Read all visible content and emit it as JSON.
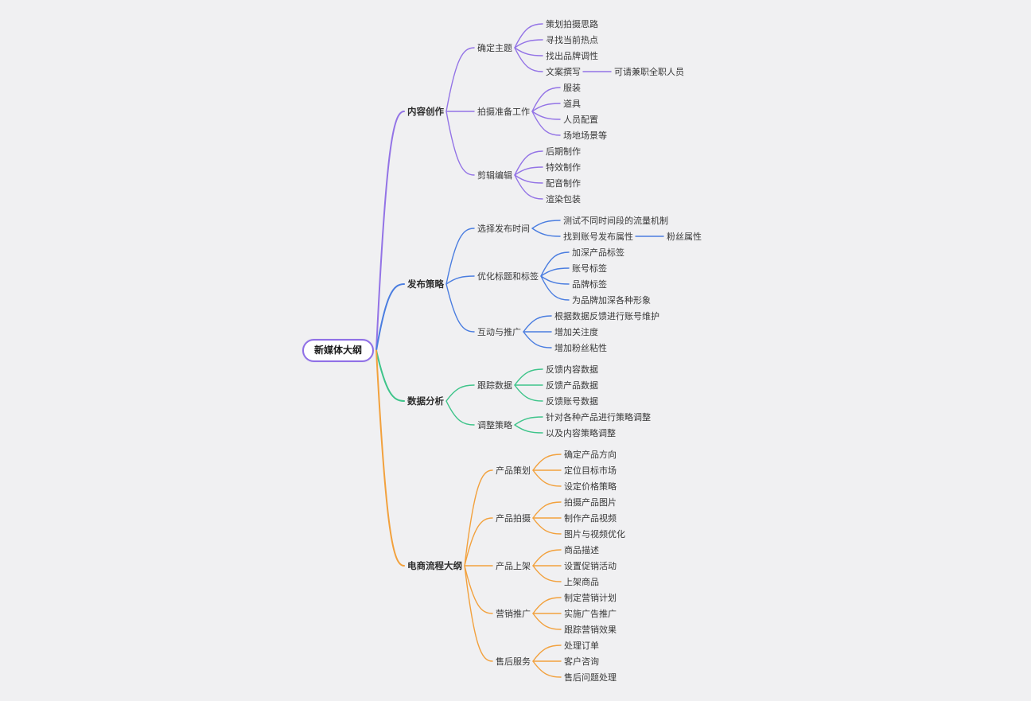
{
  "background": "#f0f0f2",
  "root": {
    "label": "新媒体大纲",
    "color": "#8f6fe6",
    "children": [
      {
        "label": "内容创作",
        "color": "#9373e6",
        "children": [
          {
            "label": "确定主题",
            "children": [
              {
                "label": "策划拍摄思路"
              },
              {
                "label": "寻找当前热点"
              },
              {
                "label": "找出品牌调性"
              },
              {
                "label": "文案撰写",
                "children": [
                  {
                    "label": "可请兼职全职人员"
                  }
                ]
              }
            ]
          },
          {
            "label": "拍摄准备工作",
            "children": [
              {
                "label": "服装"
              },
              {
                "label": "道具"
              },
              {
                "label": "人员配置"
              },
              {
                "label": "场地场景等"
              }
            ]
          },
          {
            "label": "剪辑编辑",
            "children": [
              {
                "label": "后期制作"
              },
              {
                "label": "特效制作"
              },
              {
                "label": "配音制作"
              },
              {
                "label": "渲染包装"
              }
            ]
          }
        ]
      },
      {
        "label": "发布策略",
        "color": "#4a7de0",
        "children": [
          {
            "label": "选择发布时间",
            "children": [
              {
                "label": "测试不同时间段的流量机制"
              },
              {
                "label": "找到账号发布属性",
                "children": [
                  {
                    "label": "粉丝属性"
                  }
                ]
              }
            ]
          },
          {
            "label": "优化标题和标签",
            "children": [
              {
                "label": "加深产品标签"
              },
              {
                "label": "账号标签"
              },
              {
                "label": "品牌标签"
              },
              {
                "label": "为品牌加深各种形象"
              }
            ]
          },
          {
            "label": "互动与推广",
            "children": [
              {
                "label": "根据数据反馈进行账号维护"
              },
              {
                "label": "增加关注度"
              },
              {
                "label": "增加粉丝粘性"
              }
            ]
          }
        ]
      },
      {
        "label": "数据分析",
        "color": "#3ec48a",
        "children": [
          {
            "label": "跟踪数据",
            "children": [
              {
                "label": "反馈内容数据"
              },
              {
                "label": "反馈产品数据"
              },
              {
                "label": "反馈账号数据"
              }
            ]
          },
          {
            "label": "调整策略",
            "children": [
              {
                "label": "针对各种产品进行策略调整"
              },
              {
                "label": "以及内容策略调整"
              }
            ]
          }
        ]
      },
      {
        "label": "电商流程大纲",
        "color": "#f2a13d",
        "children": [
          {
            "label": "产品策划",
            "children": [
              {
                "label": "确定产品方向"
              },
              {
                "label": "定位目标市场"
              },
              {
                "label": "设定价格策略"
              }
            ]
          },
          {
            "label": "产品拍摄",
            "children": [
              {
                "label": "拍摄产品图片"
              },
              {
                "label": "制作产品视频"
              },
              {
                "label": "图片与视频优化"
              }
            ]
          },
          {
            "label": "产品上架",
            "children": [
              {
                "label": "商品描述"
              },
              {
                "label": "设置促销活动"
              },
              {
                "label": "上架商品"
              }
            ]
          },
          {
            "label": "营销推广",
            "children": [
              {
                "label": "制定营销计划"
              },
              {
                "label": "实施广告推广"
              },
              {
                "label": "跟踪营销效果"
              }
            ]
          },
          {
            "label": "售后服务",
            "children": [
              {
                "label": "处理订单"
              },
              {
                "label": "客户咨询"
              },
              {
                "label": "售后问题处理"
              }
            ]
          }
        ]
      }
    ]
  }
}
